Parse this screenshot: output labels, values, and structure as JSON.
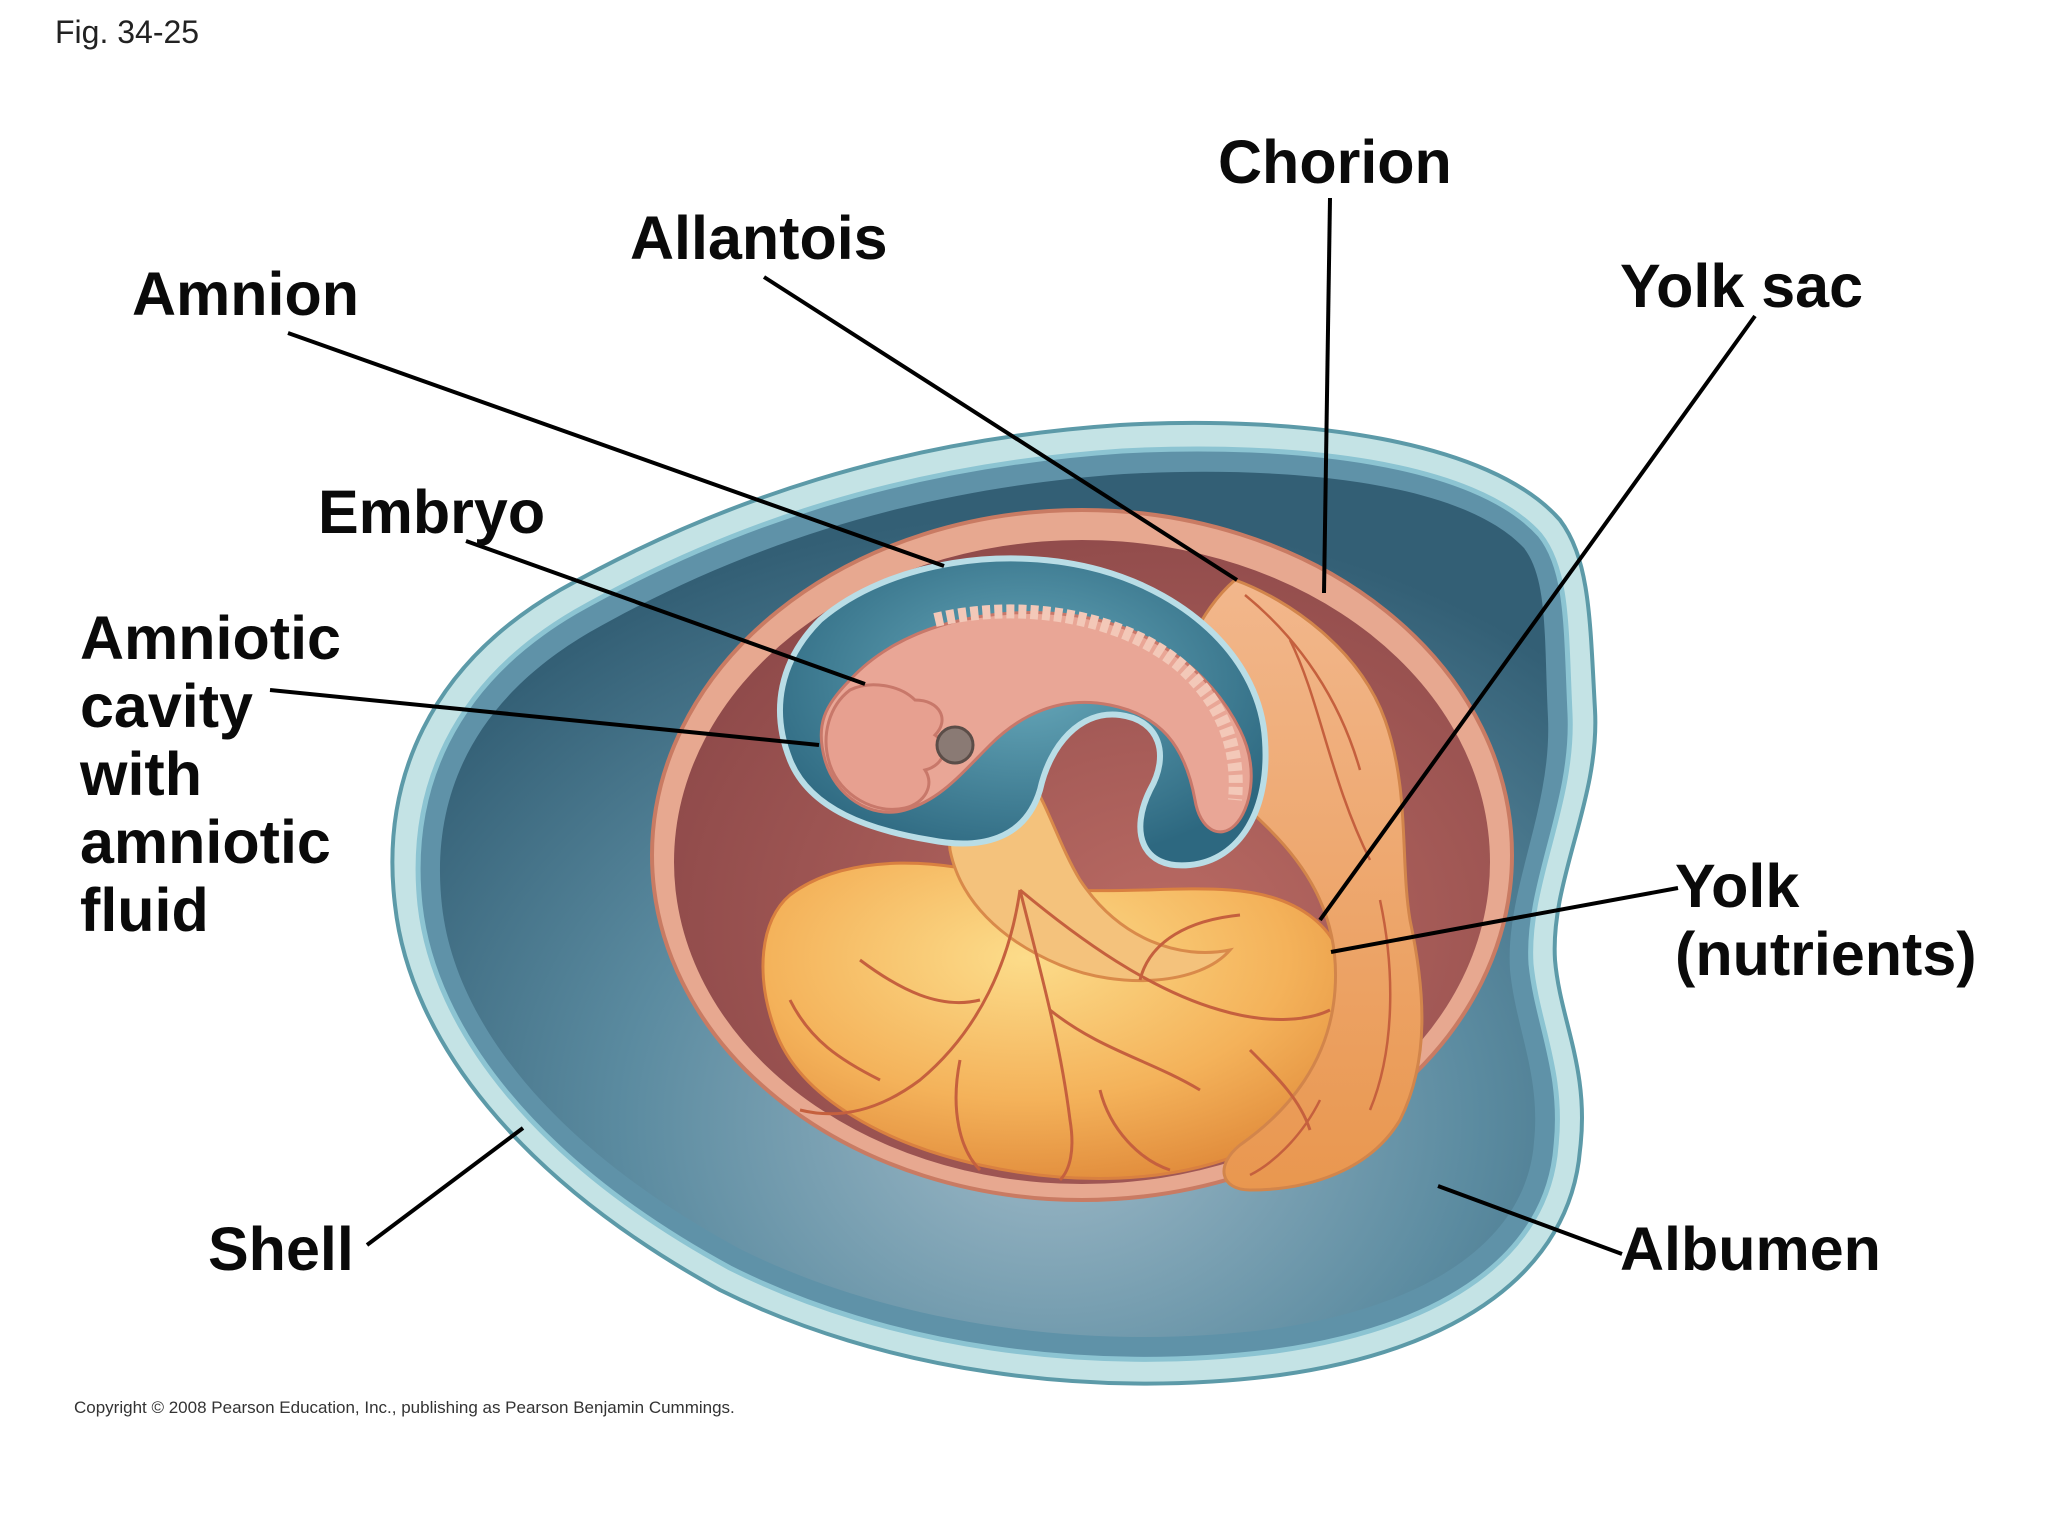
{
  "figure_number": "Fig. 34-25",
  "labels": {
    "chorion": "Chorion",
    "allantois": "Allantois",
    "amnion": "Amnion",
    "yolk_sac": "Yolk sac",
    "embryo": "Embryo",
    "amniotic_cavity": [
      "Amniotic",
      "cavity",
      "with",
      "amniotic",
      "fluid"
    ],
    "yolk": [
      "Yolk",
      "(nutrients)"
    ],
    "shell": "Shell",
    "albumen": "Albumen"
  },
  "copyright": "Copyright © 2008 Pearson Education, Inc., publishing as Pearson Benjamin Cummings.",
  "colors": {
    "shell": "#bcdfe2",
    "albumen": "#3f6f86",
    "chorion_wall": "#e8a890",
    "amnion_fluid": "#4f93a8",
    "embryo": "#e7a493",
    "yolk": "#f3b35b",
    "vessels": "#c5603e",
    "leader_lines": "#000000"
  }
}
